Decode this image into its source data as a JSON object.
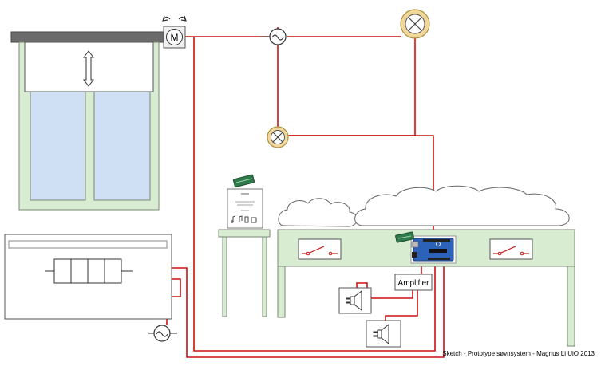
{
  "diagram": {
    "title": "Sketch - Prototype søvnsystem - Magnus Li UiO 2013",
    "motor_label": "M",
    "amplifier_label": "Amplifier",
    "device_card": {
      "line1": "",
      "line2": "",
      "line3": ""
    }
  },
  "colors": {
    "wire": "#cc1111",
    "furniture_fill": "#d8ecd2",
    "furniture_stroke": "#7a8a75",
    "glass": "#cfdff4",
    "lamp_ring": "#f0d79a",
    "board_blue": "#2c63b8",
    "module_green": "#2f7a4a"
  }
}
